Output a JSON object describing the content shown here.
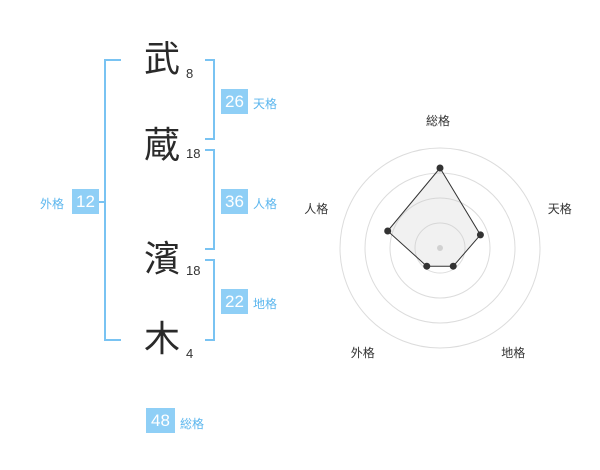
{
  "name_chars": [
    {
      "char": "武",
      "strokes": "8"
    },
    {
      "char": "蔵",
      "strokes": "18"
    },
    {
      "char": "濱",
      "strokes": "18"
    },
    {
      "char": "木",
      "strokes": "4"
    }
  ],
  "kakusu": {
    "tenkaku": {
      "value": "26",
      "label": "天格"
    },
    "jinkaku": {
      "value": "36",
      "label": "人格"
    },
    "chikaku": {
      "value": "22",
      "label": "地格"
    },
    "gaikaku": {
      "value": "12",
      "label": "外格"
    },
    "soukaku": {
      "value": "48",
      "label": "総格"
    }
  },
  "colors": {
    "accent": "#8fcff6",
    "bracket": "#79c3f2",
    "label": "#5bb6ee"
  },
  "chart_data": {
    "type": "radar",
    "axes": [
      "総格",
      "天格",
      "地格",
      "外格",
      "人格"
    ],
    "rings": 4,
    "max": 4,
    "values": [
      3.2,
      1.7,
      0.9,
      0.9,
      2.2
    ]
  }
}
